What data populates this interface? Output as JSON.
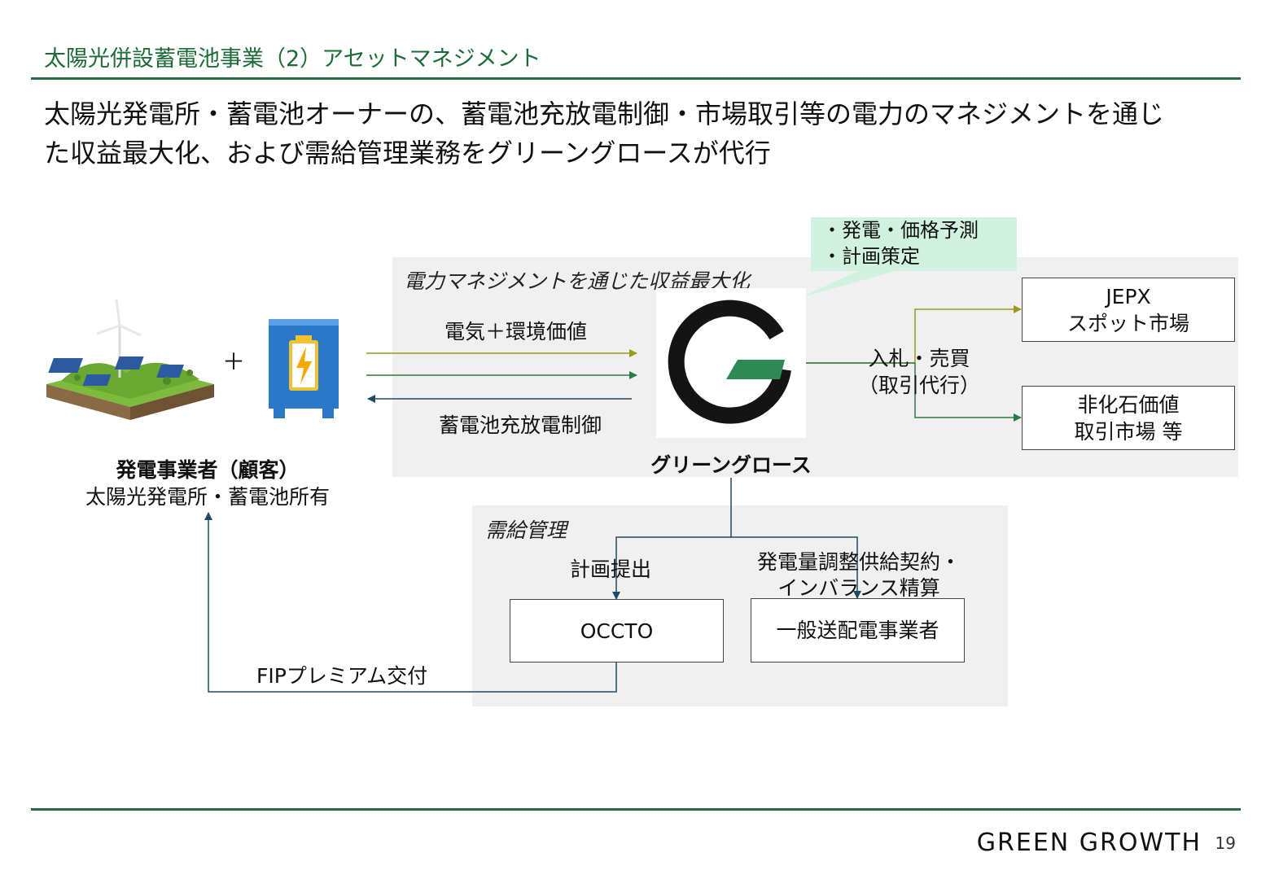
{
  "header": {
    "section_title": "太陽光併設蓄電池事業（2）アセットマネジメント"
  },
  "headline": {
    "line1": "太陽光発電所・蓄電池オーナーの、蓄電池充放電制御・市場取引等の電力のマネジメントを通じ",
    "line2": "た収益最大化、および需給管理業務をグリーングロースが代行"
  },
  "diagram": {
    "plus_sign": "＋",
    "customer": {
      "title": "発電事業者（顧客）",
      "subtitle": "太陽光発電所・蓄電池所有"
    },
    "revenue_panel": {
      "label": "電力マネジメントを通じた収益最大化",
      "flow_top": "電気＋環境価値",
      "flow_bottom": "蓄電池充放電制御",
      "trade_line1": "入札・売買",
      "trade_line2": "（取引代行）"
    },
    "bubble": {
      "line1": "・発電・価格予測",
      "line2": "・計画策定"
    },
    "company_name": "グリーングロース",
    "markets": [
      {
        "line1": "JEPX",
        "line2": "スポット市場"
      },
      {
        "line1": "非化石価値",
        "line2": "取引市場 等"
      }
    ],
    "supply_panel": {
      "label": "需給管理",
      "plan_label": "計画提出",
      "contract_line1": "発電量調整供給契約・",
      "contract_line2": "インバランス精算",
      "occto": "OCCTO",
      "tso": "一般送配電事業者",
      "premium": "FIPプレミアム交付"
    }
  },
  "footer": {
    "brand": "GREEN GROWTH",
    "page_number": "19"
  },
  "colors": {
    "accent_green": "#1e6b3a",
    "arrow_olive": "#9a9a1e",
    "arrow_green": "#2e7a45",
    "arrow_navy": "#1f4a66",
    "panel_bg": "#f0f0f0",
    "bubble_bg": "#d2f2e0"
  }
}
